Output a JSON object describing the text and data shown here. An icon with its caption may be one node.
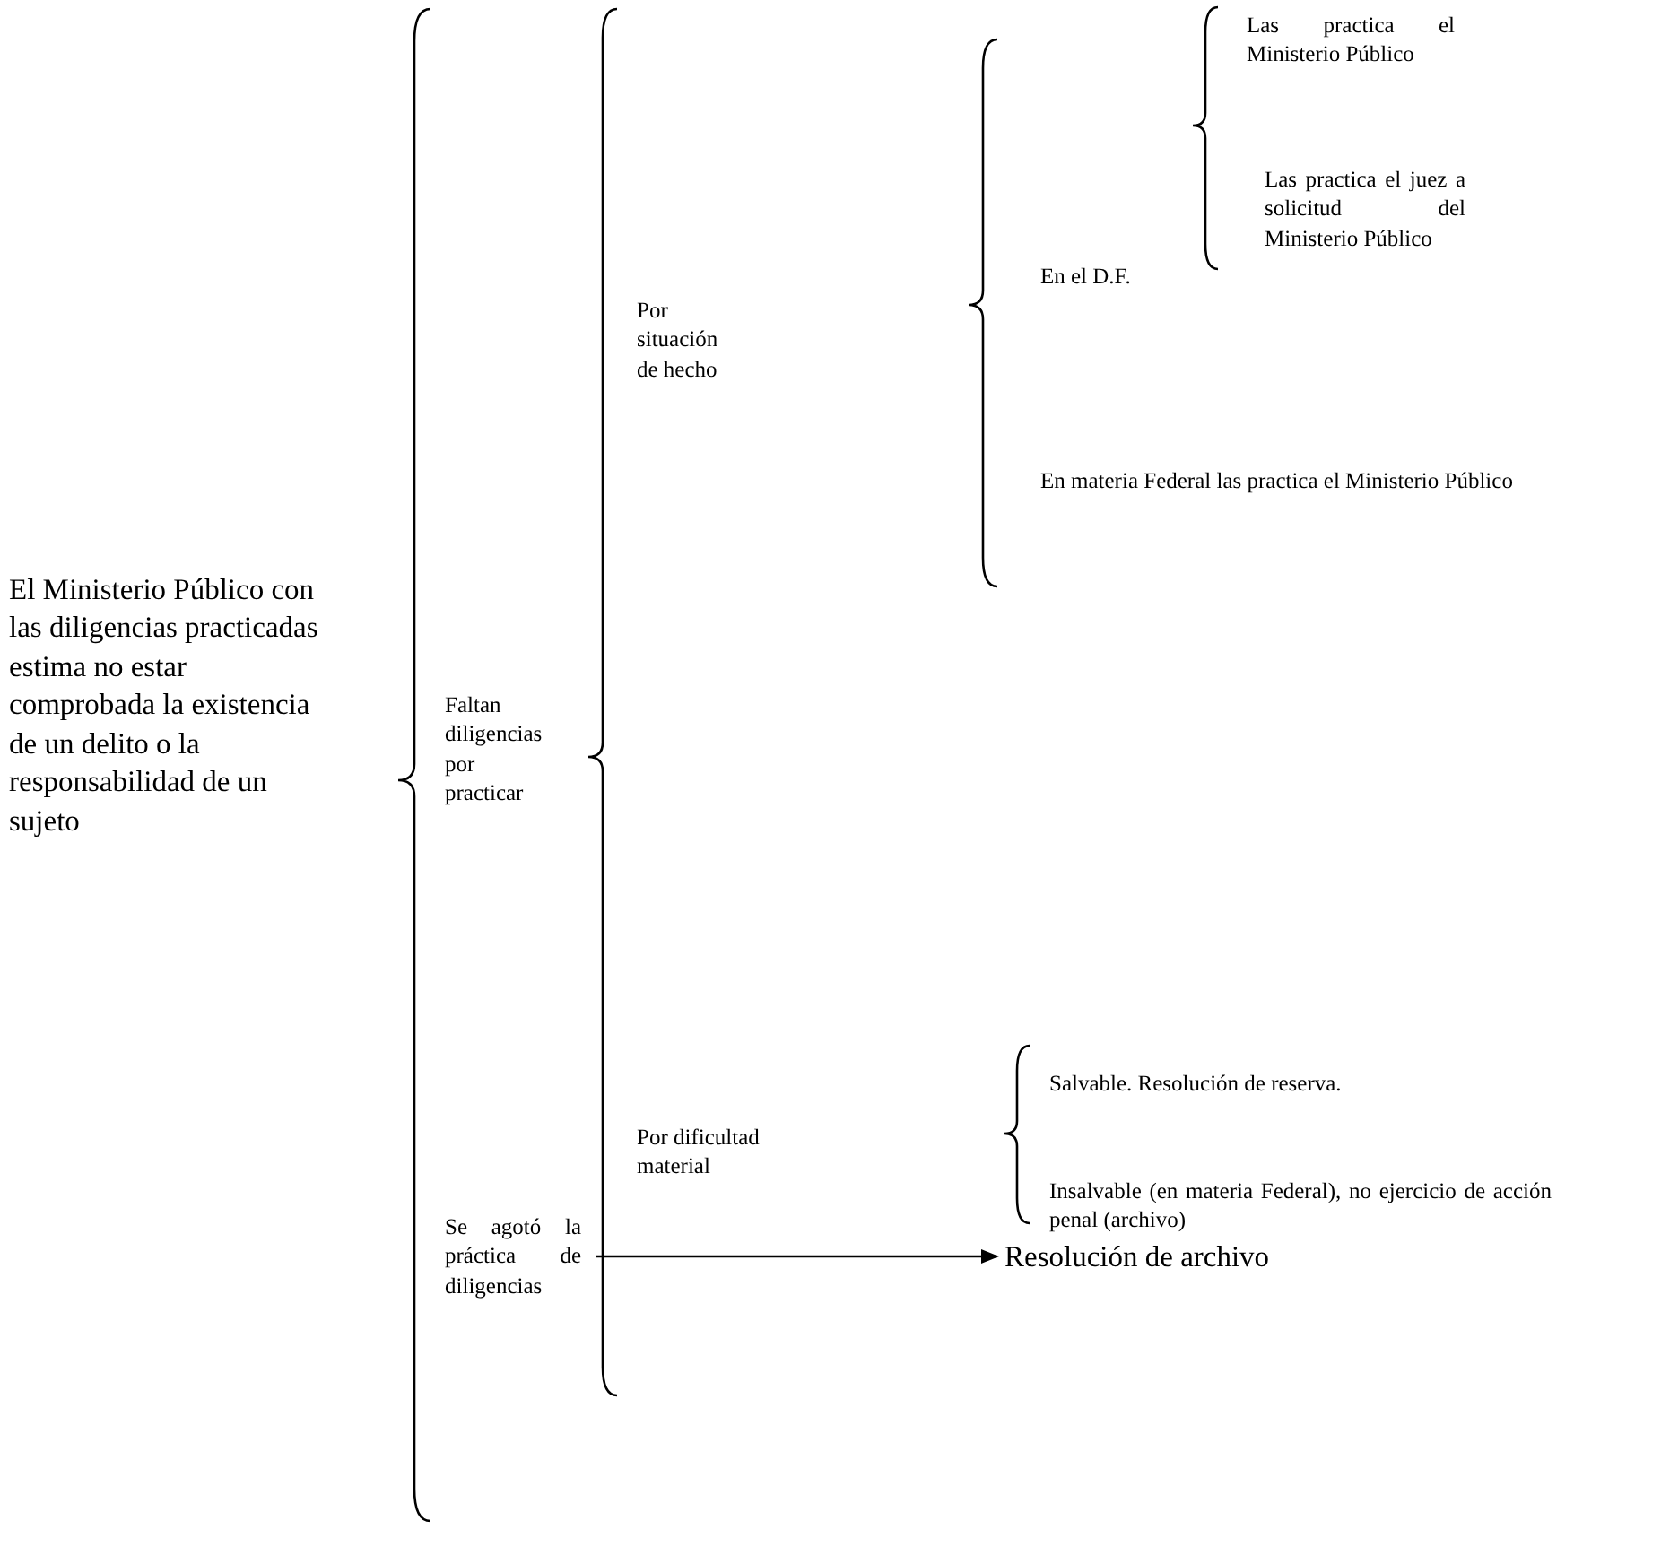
{
  "diagram": {
    "nodes": [
      {
        "text": [
          "El Ministerio Público con las diligencias practicadas estima no estar comprobada la existencia de un delito o la responsabilidad de un sujeto"
        ]
      },
      {
        "text": [
          "Faltan diligencias por practicar"
        ]
      },
      {
        "text": [
          "Se agotó la práctica de diligencias"
        ]
      },
      {
        "text": [
          "Por situación de hecho"
        ]
      },
      {
        "text": [
          "Por dificultad material"
        ]
      },
      {
        "text": [
          "En el D.F."
        ]
      },
      {
        "text": [
          "En materia Federal las practica el Ministerio Público"
        ]
      },
      {
        "text": [
          "Las practica el Ministerio Público"
        ]
      },
      {
        "text": [
          "Las practica el juez a solicitud del Ministerio Público"
        ]
      },
      {
        "text": [
          "Salvable. Resolución de reserva."
        ]
      },
      {
        "text": [
          "Insalvable (en materia Federal), no ejercicio de acción penal (archivo)"
        ]
      },
      {
        "text": [
          "Resolución de archivo"
        ]
      }
    ],
    "edges": [
      {
        "from": 2,
        "to": 11,
        "arrow": "to"
      }
    ]
  }
}
